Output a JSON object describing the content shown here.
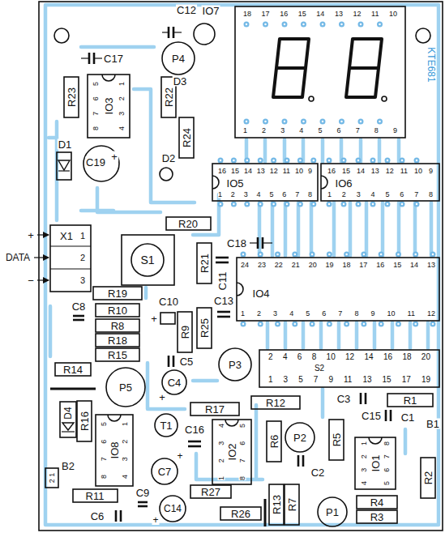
{
  "diagram": {
    "labels": [
      "18 17 16 15 14 13 12 11 10",
      "D3",
      "1 2 3 4 5 6 7 8 9",
      "KTE681",
      "C12",
      "IO7",
      "P4",
      "R23",
      "C17",
      "4 3 2 1",
      "IO3",
      "8 7 6 5",
      "R22",
      "D1",
      "C19",
      "+",
      "D2",
      "R24",
      "16 15 14 13 12 11 10 9",
      "IO5",
      "1 2 3 4 5 6 7 8",
      "16 15 14 13 12 11 10 9",
      "IO6",
      "1 2 3 4 5 6 7 8",
      "R20",
      "C18",
      "+",
      "X1",
      "1",
      "DATA",
      "2",
      "−",
      "3",
      "S1",
      "R21",
      "C11",
      "24 23 22 21 20 19 18 17 16 15 14 13",
      "IO4",
      "1 2 3 4 5 6 7 8 9 10 11 12",
      "C13",
      "R19",
      "C8",
      "R10",
      "C10",
      "+",
      "R8",
      "R9",
      "R25",
      "R18",
      "R15",
      "C5",
      "R14",
      "P3",
      "2 4 6 8 10 12 14 16 18 20",
      "S2",
      "1 3 5 7 9 11 13 15 17 19",
      "P5",
      "C4",
      "+",
      "R17",
      "R12",
      "C3",
      "C15",
      "R1",
      "C1",
      "B1",
      "D4",
      "R16",
      "T1",
      "C16",
      "4 3 2 1",
      "IO8",
      "8 7 6 5",
      "1 2 3 4",
      "IO2",
      "8 7 6 5",
      "R6",
      "P2",
      "R5",
      "4 3 2 1",
      "IO1",
      "5 6 7 8",
      "B2",
      "2 1",
      "C7",
      "+",
      "C2",
      "R2",
      "R11",
      "C9",
      "R27",
      "C6",
      "C14",
      "+",
      "R26",
      "R13",
      "R7",
      "P1",
      "R4",
      "R3"
    ]
  }
}
